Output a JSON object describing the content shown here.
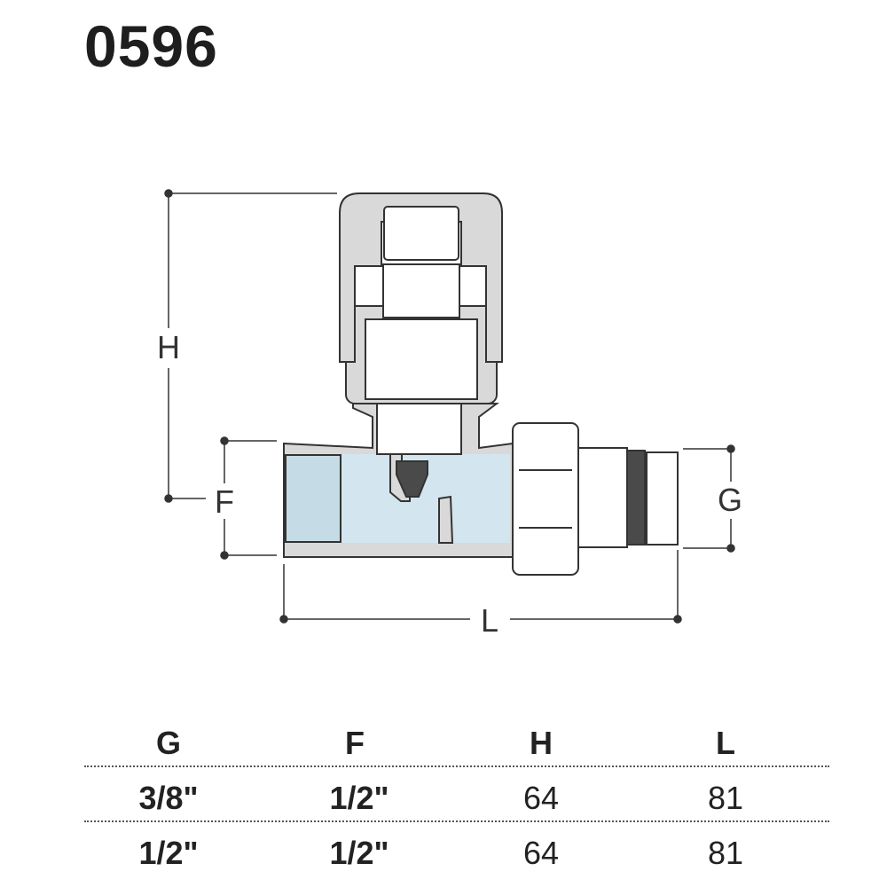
{
  "title": "0596",
  "dimensions": {
    "h": "H",
    "f": "F",
    "g": "G",
    "l": "L"
  },
  "table": {
    "headers": [
      "G",
      "F",
      "H",
      "L"
    ],
    "rows": [
      [
        "3/8\"",
        "1/2\"",
        "64",
        "81"
      ],
      [
        "1/2\"",
        "1/2\"",
        "64",
        "81"
      ]
    ]
  },
  "colors": {
    "body": "#d9d9d9",
    "water": "#d3e6ef",
    "outline": "#333333",
    "seal": "#4a4a4a"
  }
}
